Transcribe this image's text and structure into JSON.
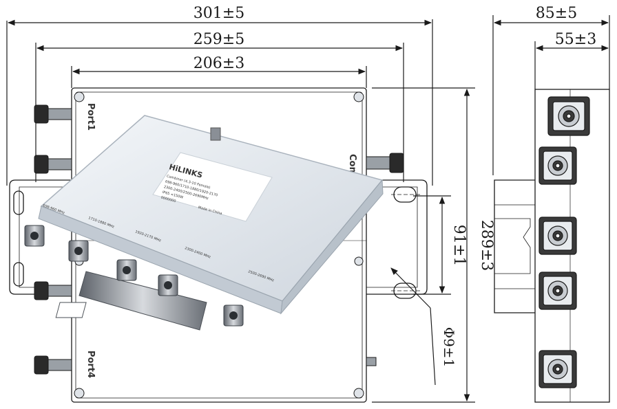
{
  "dimensions": {
    "overall_width": "301±5",
    "mount_width": "259±5",
    "body_width": "206±3",
    "side_depth": "85±5",
    "side_body_depth": "55±3",
    "height": "289±3",
    "hole_spacing": "91±1",
    "hole_diameter": "Φ9±1"
  },
  "port_labels": {
    "port1": "Port1",
    "com": "Com",
    "port4": "Port4"
  },
  "product_label": {
    "brand": "HiLINKS",
    "lines": [
      "Combiner (4.3-10 Female)",
      "698-960/1710-1880/1920-2170",
      "2300-2400/2500-2690MHz",
      "IP65  <150W",
      "0000000",
      "Made in China"
    ]
  },
  "port_band_labels": [
    "698-960 MHz",
    "1710-1880 MHz",
    "1920-2170 MHz",
    "2300-2400 MHz",
    "2500-2690 MHz"
  ],
  "colors": {
    "line": "#1a1a1a",
    "device_body": "#e6ebf1",
    "label_bg": "#ffffff",
    "connector": "#8a8f96"
  }
}
